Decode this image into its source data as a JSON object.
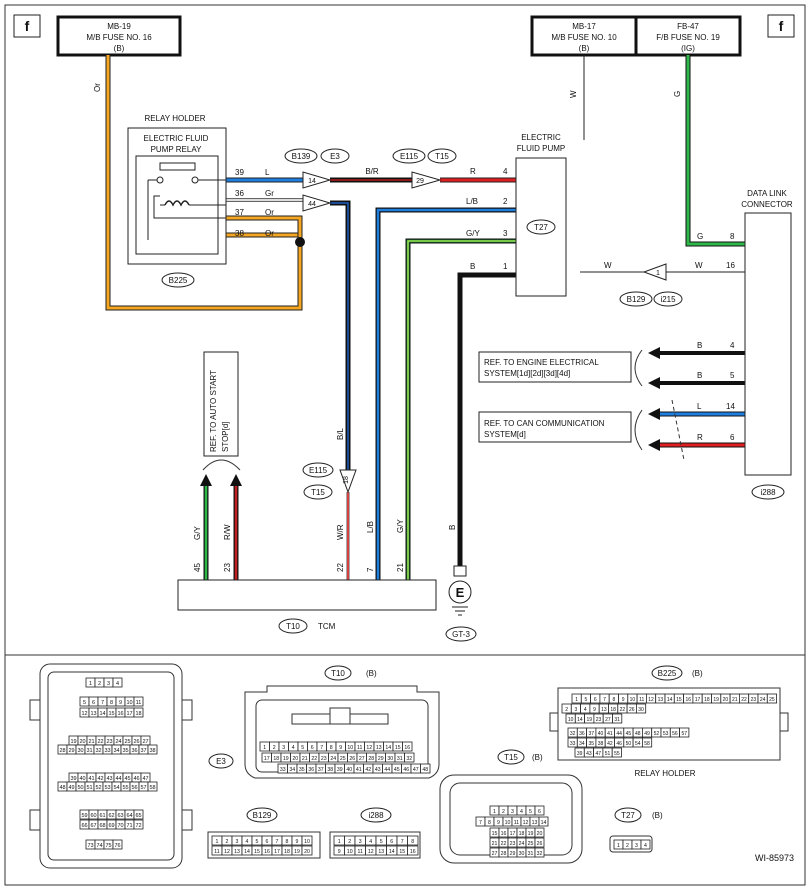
{
  "corner_marker": "f",
  "figure_id": "WI-85973",
  "fuses": [
    {
      "line1": "MB-19",
      "line2": "M/B FUSE NO. 16",
      "line3": "(B)"
    },
    {
      "line1": "MB-17",
      "line2": "M/B FUSE NO. 10",
      "line3": "(B)"
    },
    {
      "line1": "FB-47",
      "line2": "F/B FUSE NO. 19",
      "line3": "(IG)"
    }
  ],
  "wire_labels": {
    "or": "Or",
    "br": "B/R",
    "w": "W",
    "g": "G",
    "bl": "B/L"
  },
  "relay": {
    "holder_label": "RELAY HOLDER",
    "name_line1": "ELECTRIC FLUID",
    "name_line2": "PUMP RELAY",
    "pins": [
      {
        "num": "39",
        "color": "L"
      },
      {
        "num": "36",
        "color": "Gr"
      },
      {
        "num": "37",
        "color": "Or"
      },
      {
        "num": "38",
        "color": "Or"
      }
    ]
  },
  "junctions": {
    "e3_a": "14",
    "e3_b": "44",
    "e115": "29",
    "t15": "18",
    "i215": "1"
  },
  "tags": {
    "b225": "B225",
    "b139": "B139",
    "e3": "E3",
    "e115": "E115",
    "t15": "T15",
    "t27": "T27",
    "i288": "i288",
    "b129": "B129",
    "i215": "i215",
    "t10": "T10",
    "gt3": "GT-3"
  },
  "pump": {
    "line1": "ELECTRIC",
    "line2": "FLUID PUMP",
    "pins": [
      {
        "num": "4",
        "color": "R"
      },
      {
        "num": "2",
        "color": "L/B"
      },
      {
        "num": "3",
        "color": "G/Y"
      },
      {
        "num": "1",
        "color": "B"
      }
    ]
  },
  "dlc": {
    "line1": "DATA LINK",
    "line2": "CONNECTOR",
    "pins": [
      {
        "num": "8",
        "color": "G"
      },
      {
        "num": "16",
        "color": "W"
      },
      {
        "num": "4",
        "color": "B"
      },
      {
        "num": "5",
        "color": "B"
      },
      {
        "num": "14",
        "color": "L"
      },
      {
        "num": "6",
        "color": "R"
      }
    ]
  },
  "refs": {
    "engine": {
      "line1": "REF. TO ENGINE ELECTRICAL",
      "line2": "SYSTEM[1d][2d][3d][4d]"
    },
    "can": {
      "line1": "REF. TO CAN COMMUNICATION",
      "line2": "SYSTEM[d]"
    },
    "auto_start": {
      "line1": "REF. TO AUTO START",
      "line2": "STOP[d]"
    }
  },
  "tcm": {
    "name": "TCM",
    "pins": [
      {
        "num": "45",
        "color": "G/Y"
      },
      {
        "num": "23",
        "color": "R/W"
      },
      {
        "num": "22",
        "color": "W/R"
      },
      {
        "num": "7",
        "color": "L/B"
      },
      {
        "num": "21",
        "color": "G/Y"
      }
    ]
  },
  "ground": {
    "symbol": "E",
    "wire_color": "B"
  },
  "connectors": {
    "t10_color": "(B)",
    "b225_color": "(B)",
    "t15_color": "(B)",
    "t27_color": "(B)",
    "e3_rows": [
      [
        "1",
        "2",
        "3",
        "4"
      ],
      [
        "5",
        "6",
        "7",
        "8",
        "9",
        "10",
        "11"
      ],
      [
        "12",
        "13",
        "14",
        "15",
        "16",
        "17",
        "18"
      ],
      [
        "19",
        "20",
        "21",
        "22",
        "23",
        "24",
        "25",
        "26",
        "27"
      ],
      [
        "28",
        "29",
        "30",
        "31",
        "32",
        "33",
        "34",
        "35",
        "36",
        "37",
        "38"
      ],
      [
        "39",
        "40",
        "41",
        "42",
        "43",
        "44",
        "45",
        "46",
        "47"
      ],
      [
        "48",
        "49",
        "50",
        "51",
        "52",
        "53",
        "54",
        "55",
        "56",
        "57",
        "58"
      ],
      [
        "59",
        "60",
        "61",
        "62",
        "63",
        "64",
        "65"
      ],
      [
        "66",
        "67",
        "68",
        "69",
        "70",
        "71",
        "72"
      ],
      [
        "73",
        "74",
        "75",
        "76"
      ]
    ],
    "t10_rows": [
      [
        "1",
        "2",
        "3",
        "4",
        "5",
        "6",
        "7",
        "8",
        "9",
        "10",
        "11",
        "12",
        "13",
        "14",
        "15",
        "16"
      ],
      [
        "17",
        "18",
        "19",
        "20",
        "21",
        "22",
        "23",
        "24",
        "25",
        "26",
        "27",
        "28",
        "29",
        "30",
        "31",
        "32"
      ],
      [
        "33",
        "34",
        "35",
        "36",
        "37",
        "38",
        "39",
        "40",
        "41",
        "42",
        "43",
        "44",
        "45",
        "46",
        "47",
        "48"
      ]
    ],
    "b225_rows": [
      [
        "1",
        "5",
        "6",
        "7",
        "8",
        "9",
        "10",
        "11",
        "12",
        "13",
        "14",
        "15",
        "16",
        "17",
        "18",
        "19",
        "20",
        "21",
        "22",
        "23",
        "24",
        "25"
      ],
      [
        "2",
        "3",
        "4",
        "9",
        "13",
        "18",
        "22",
        "26",
        "30"
      ],
      [
        "10",
        "14",
        "19",
        "23",
        "27",
        "31"
      ],
      [
        "32",
        "36",
        "37",
        "40",
        "41",
        "44",
        "45",
        "48",
        "49",
        "52",
        "53",
        "56",
        "57"
      ],
      [
        "33",
        "34",
        "35",
        "38",
        "42",
        "46",
        "50",
        "54",
        "58"
      ],
      [
        "39",
        "43",
        "47",
        "51",
        "55"
      ]
    ],
    "t15_rows": [
      [
        "1",
        "2",
        "3",
        "4",
        "5",
        "6"
      ],
      [
        "7",
        "8",
        "9",
        "10",
        "11",
        "12",
        "13",
        "14"
      ],
      [
        "15",
        "16",
        "17",
        "18",
        "19",
        "20"
      ],
      [
        "21",
        "22",
        "23",
        "24",
        "25",
        "26"
      ],
      [
        "27",
        "28",
        "29",
        "30",
        "31",
        "32"
      ]
    ],
    "b129_rows": [
      [
        "1",
        "2",
        "3",
        "4",
        "5",
        "6",
        "7",
        "8",
        "9",
        "10"
      ],
      [
        "11",
        "12",
        "13",
        "14",
        "15",
        "16",
        "17",
        "18",
        "19",
        "20"
      ]
    ],
    "i288_rows": [
      [
        "1",
        "2",
        "3",
        "4",
        "5",
        "6",
        "7",
        "8"
      ],
      [
        "9",
        "10",
        "11",
        "12",
        "13",
        "14",
        "15",
        "16"
      ]
    ],
    "t27_rows": [
      [
        "1",
        "2",
        "3",
        "4"
      ]
    ]
  }
}
